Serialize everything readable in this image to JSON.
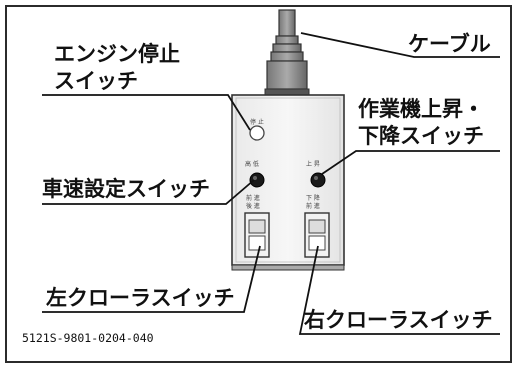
{
  "labels": {
    "cable": "ケーブル",
    "engine_stop_line1": "エンジン停止",
    "engine_stop_line2": "スイッチ",
    "implement_line1": "作業機上昇・",
    "implement_line2": "下降スイッチ",
    "vehicle_speed": "車速設定スイッチ",
    "left_crawler": "左クローラスイッチ",
    "right_crawler": "右クローラスイッチ"
  },
  "figure_code": "5121S-9801-0204-040"
}
